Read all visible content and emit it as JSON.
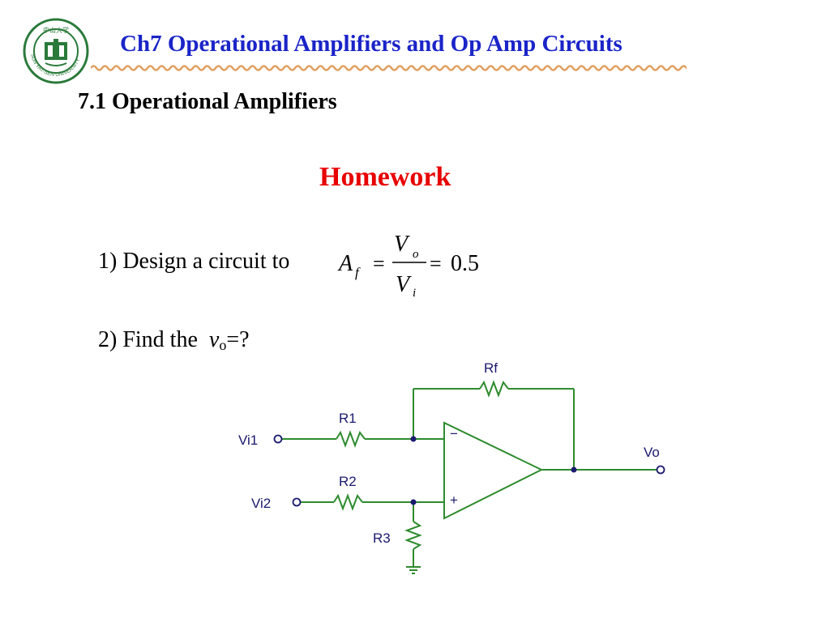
{
  "header": {
    "title": "Ch7 Operational Amplifiers and Op Amp Circuits",
    "logo_text": "中山大学",
    "logo_ring_text": "SUN YAT-SEN UNIVERSITY"
  },
  "section": {
    "title": "7.1 Operational Amplifiers"
  },
  "homework": {
    "heading": "Homework",
    "q1_text": "1) Design a circuit to",
    "q1_equation": {
      "lhs": "A",
      "lhs_sub": "f",
      "numerator": "V",
      "numerator_sub": "o",
      "denominator": "V",
      "denominator_sub": "i",
      "eq1": "=",
      "eq2": "=",
      "value": "0.5"
    },
    "q2_prefix": "2) Find the",
    "q2_var": "v",
    "q2_sub": "o",
    "q2_suffix": "=?"
  },
  "circuit": {
    "labels": {
      "rf": "Rf",
      "r1": "R1",
      "r2": "R2",
      "r3": "R3",
      "vi1": "Vi1",
      "vi2": "Vi2",
      "vo": "Vo",
      "minus": "−",
      "plus": "+"
    },
    "colors": {
      "wire": "#2e8b2e",
      "text": "#1a1a6e",
      "node": "#1a1a6e"
    }
  },
  "colors": {
    "title": "#1a24c8",
    "homework": "#e80000",
    "wave": "#e0a060",
    "logo": "#2a7a3a"
  }
}
